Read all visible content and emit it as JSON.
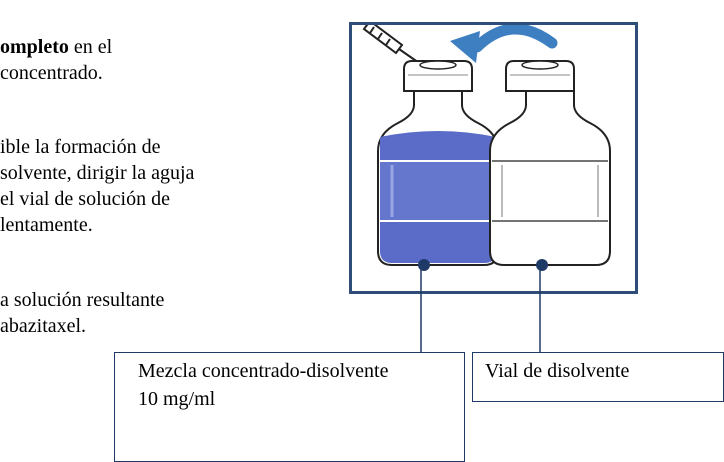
{
  "instructions": {
    "line1": {
      "bold": "ompleto",
      "rest": " en el"
    },
    "line2": "concentrado.",
    "line3": "ible la formación de",
    "line4": "solvente, dirigir la aguja",
    "line5": "el vial de solución de",
    "line6": "lentamente.",
    "line7": "a solución resultante",
    "line8": "abazitaxel."
  },
  "labels": {
    "mixture": {
      "line1": "Mezcla concentrado-disolvente",
      "line2": "10 mg/ml"
    },
    "solvent_vial": "Vial de disolvente"
  },
  "colors": {
    "frame": "#2e4e79",
    "liquid": "#5a6cc8",
    "arrow": "#3d7fc0",
    "callout_line": "#1f3a66"
  },
  "icons": [
    "syringe-icon",
    "transfer-arrow-icon",
    "concentrate-vial-icon",
    "solvent-vial-icon"
  ]
}
